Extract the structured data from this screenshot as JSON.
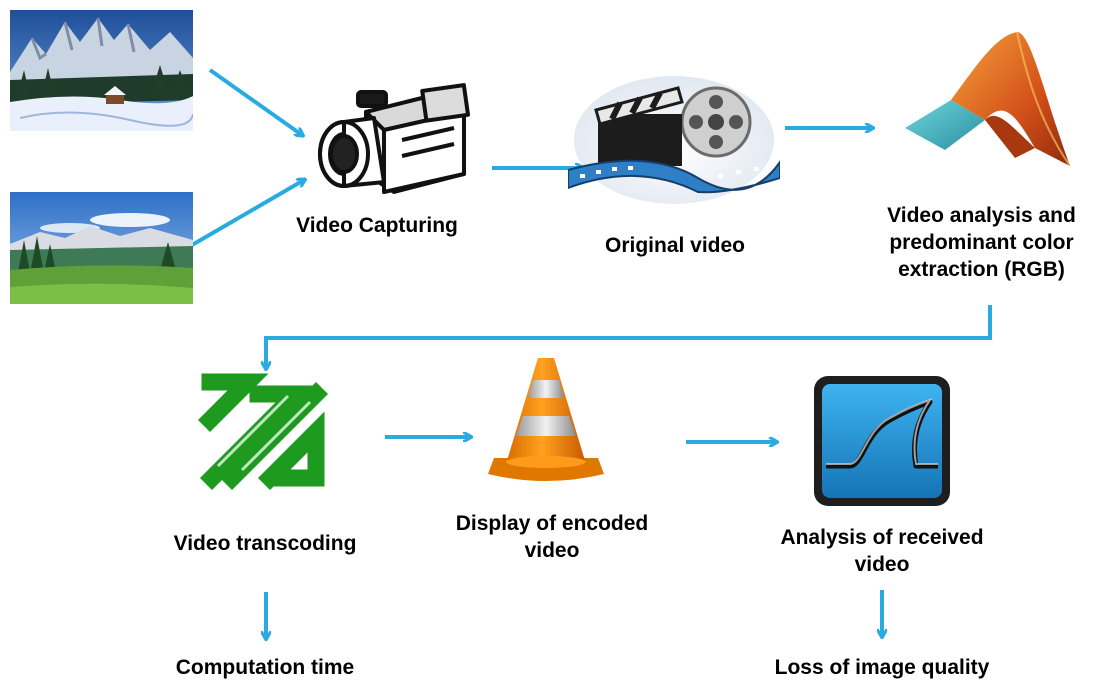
{
  "labels": {
    "video_capturing": "Video Capturing",
    "original_video": "Original video",
    "analysis_line1": "Video analysis and",
    "analysis_line2": "predominant color",
    "analysis_line3": "extraction (RGB)",
    "transcoding": "Video transcoding",
    "display_line1": "Display of encoded",
    "display_line2": "video",
    "received_line1": "Analysis of received",
    "received_line2": "video",
    "computation_time": "Computation time",
    "loss_quality": "Loss of image quality"
  },
  "icons": {
    "snow_photo": "snowy-mountain-landscape-photo",
    "meadow_photo": "green-meadow-landscape-photo",
    "camera": "video-camera-icon",
    "film": "film-clapper-reel-icon",
    "matlab": "matlab-logo-icon",
    "ffmpeg": "ffmpeg-logo-icon",
    "vlc": "vlc-cone-icon",
    "wireshark": "wireshark-fin-icon"
  },
  "colors": {
    "arrow": "#29abe2",
    "ffmpeg_green": "#1e9a1e",
    "vlc_orange": "#f08a00",
    "wireshark_blue": "#1f8fd6"
  }
}
